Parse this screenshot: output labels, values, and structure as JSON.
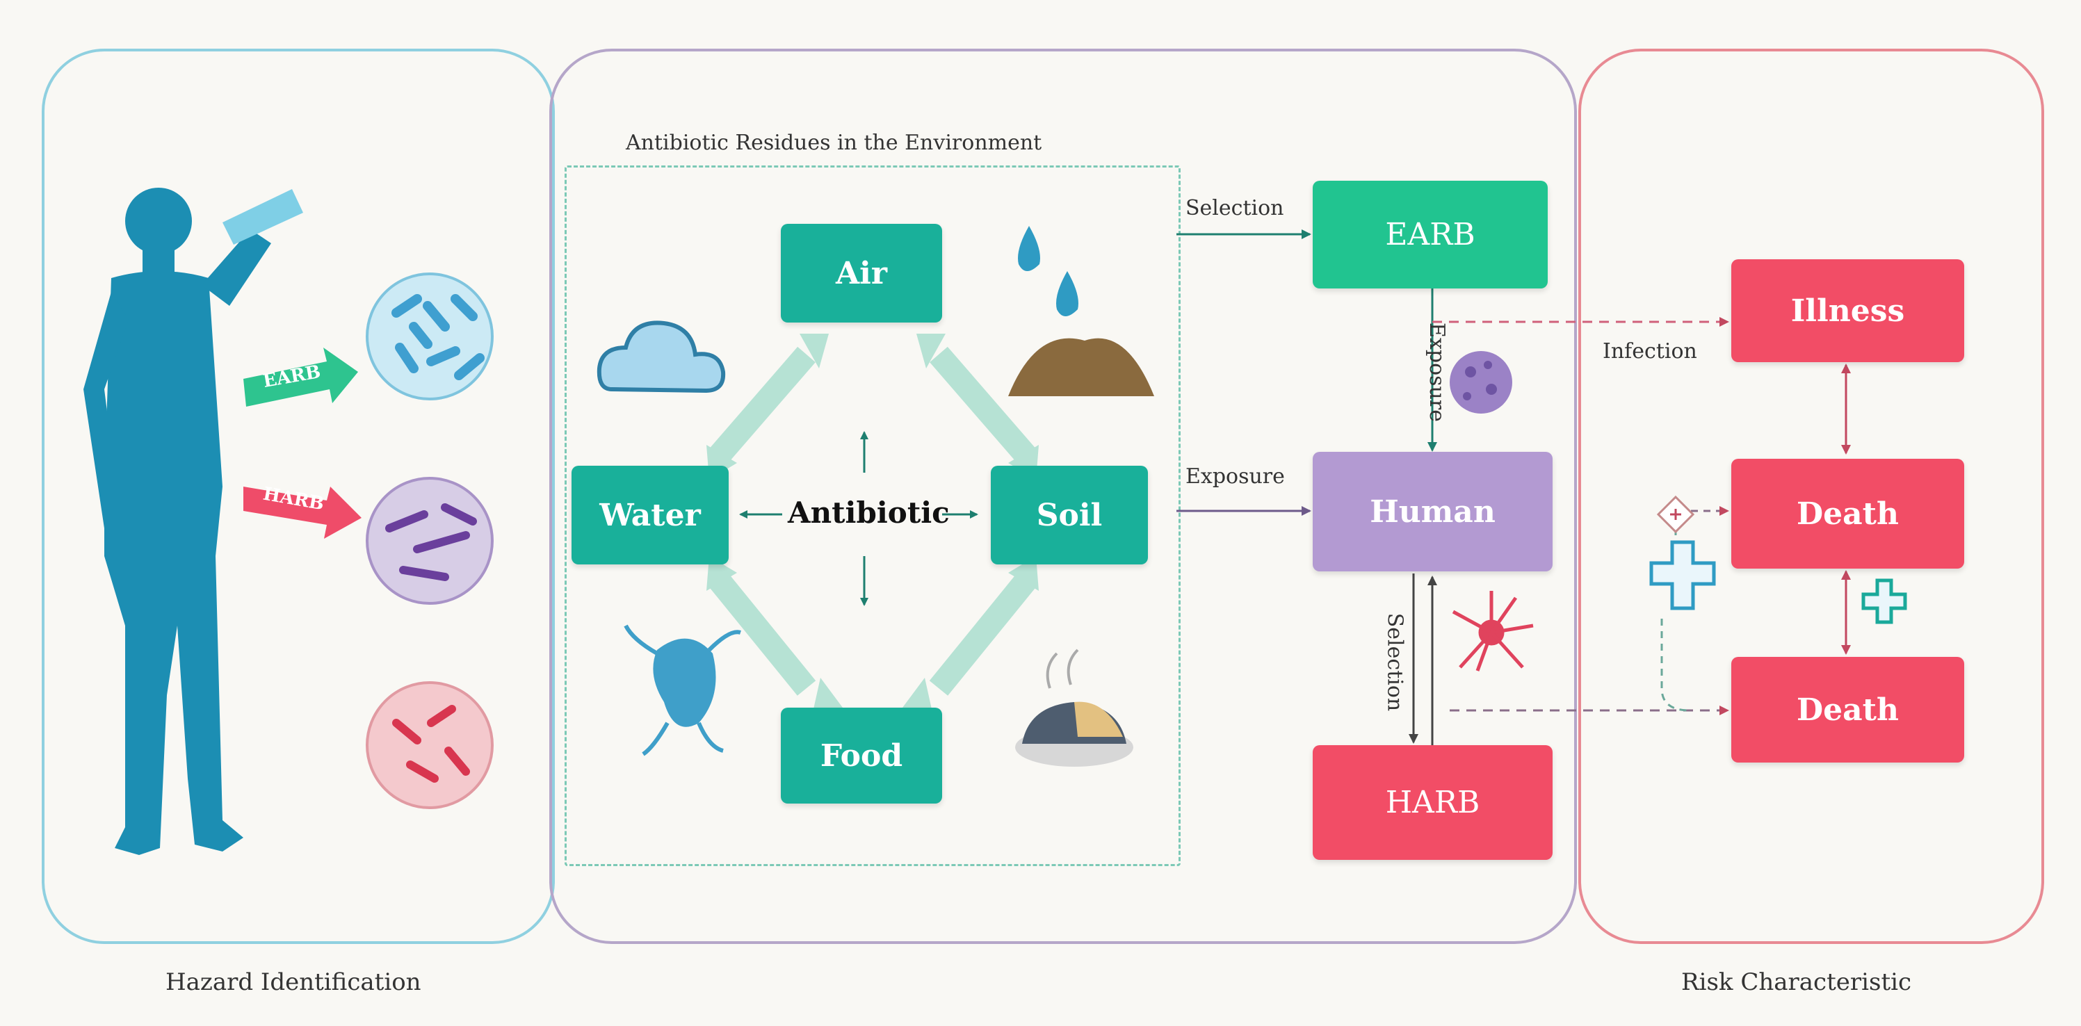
{
  "panels": {
    "hazard": {
      "caption": "Hazard Identification"
    },
    "risk": {
      "caption": "Risk Characteristic"
    }
  },
  "environment": {
    "title": "Antibiotic  Residues  in the Environment",
    "air": "Air",
    "water": "Water",
    "soil": "Soil",
    "food": "Food",
    "antibiotic": "Antibiotic"
  },
  "flow": {
    "selection_top": "Selection",
    "exposure_mid": "Exposure",
    "exposure_vertical": "Exposure",
    "selection_vertical": "Selection",
    "infection": "Infection",
    "earb": "EARB",
    "human": "Human",
    "harb": "HARB"
  },
  "risk_nodes": {
    "illness": "Illness",
    "death_1": "Death",
    "death_2": "Death"
  },
  "person_arrows": {
    "earb": "EARB",
    "harb": "HARB"
  },
  "colors": {
    "teal": "#19b09a",
    "earb_green": "#21c490",
    "human_purple": "#b39ad2",
    "risk_red": "#f24d66",
    "hazard_border": "#8fd0e0",
    "env_border": "#b5a6c9",
    "risk_border": "#e88a93",
    "person_blue": "#1c8eb3"
  },
  "icons": [
    "person-drinking-icon",
    "bacteria-blue-icon",
    "bacteria-purple-icon",
    "bacteria-red-icon",
    "cloud-icon",
    "water-drops-icon",
    "soil-pile-icon",
    "microbe-icon",
    "food-plate-icon",
    "virus-purple-icon",
    "virus-red-icon",
    "medical-cross-icon"
  ]
}
